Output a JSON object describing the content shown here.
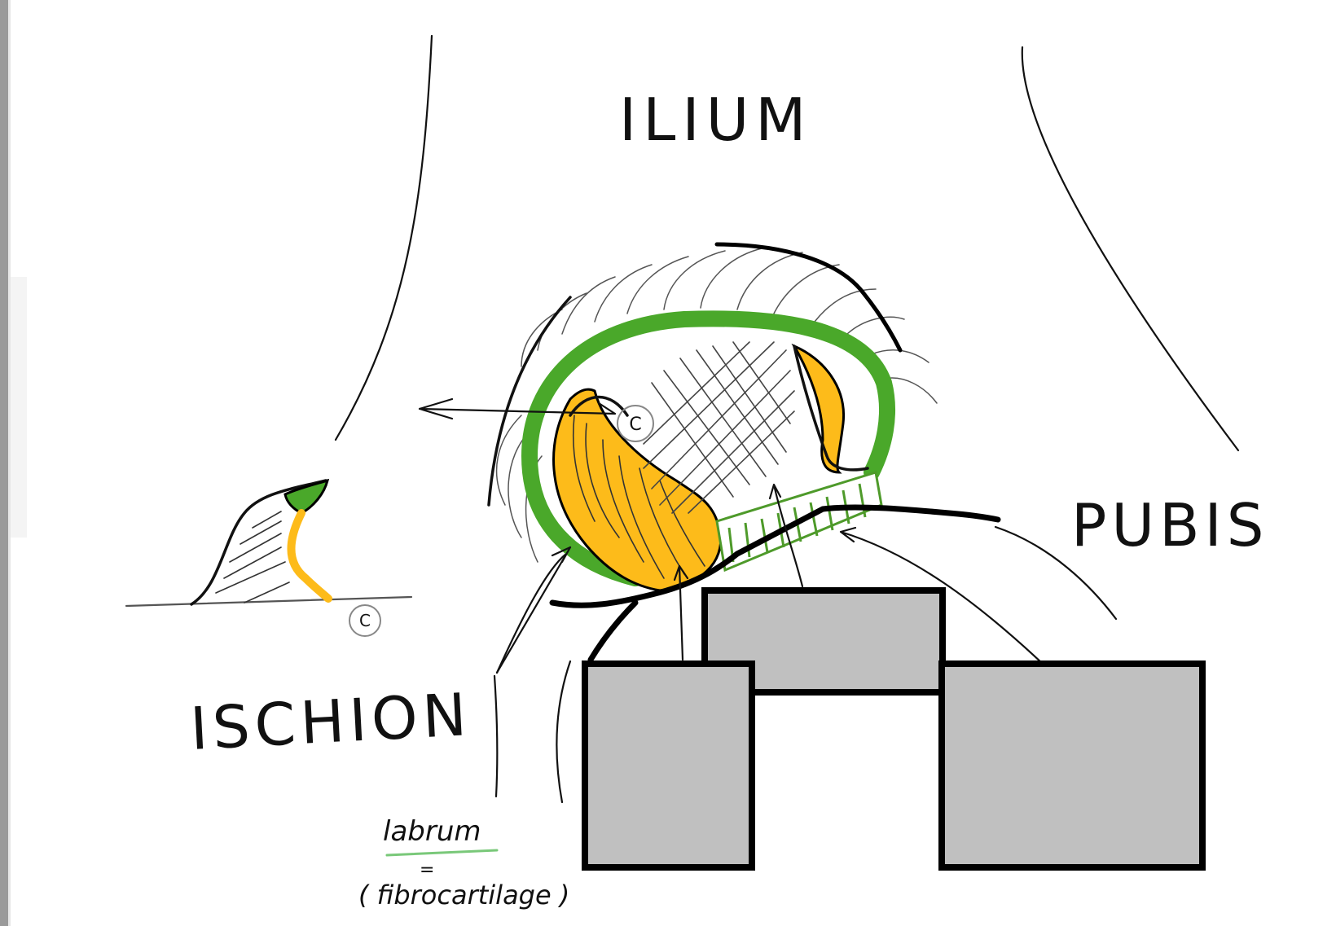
{
  "labels": {
    "ilium": "ILIUM",
    "pubis": "PUBIS",
    "ischion": "ISCHION",
    "labrum": "labrum",
    "equals": "=",
    "fibrocartilage": "( fibrocartilage )",
    "copyright_symbol": "C"
  },
  "colors": {
    "labrum_green": "#4aa82a",
    "cartilage_yellow": "#fdbb1a",
    "outline": "#000000",
    "redaction_box": "#c0c0c0",
    "underline_green": "#79c879"
  }
}
